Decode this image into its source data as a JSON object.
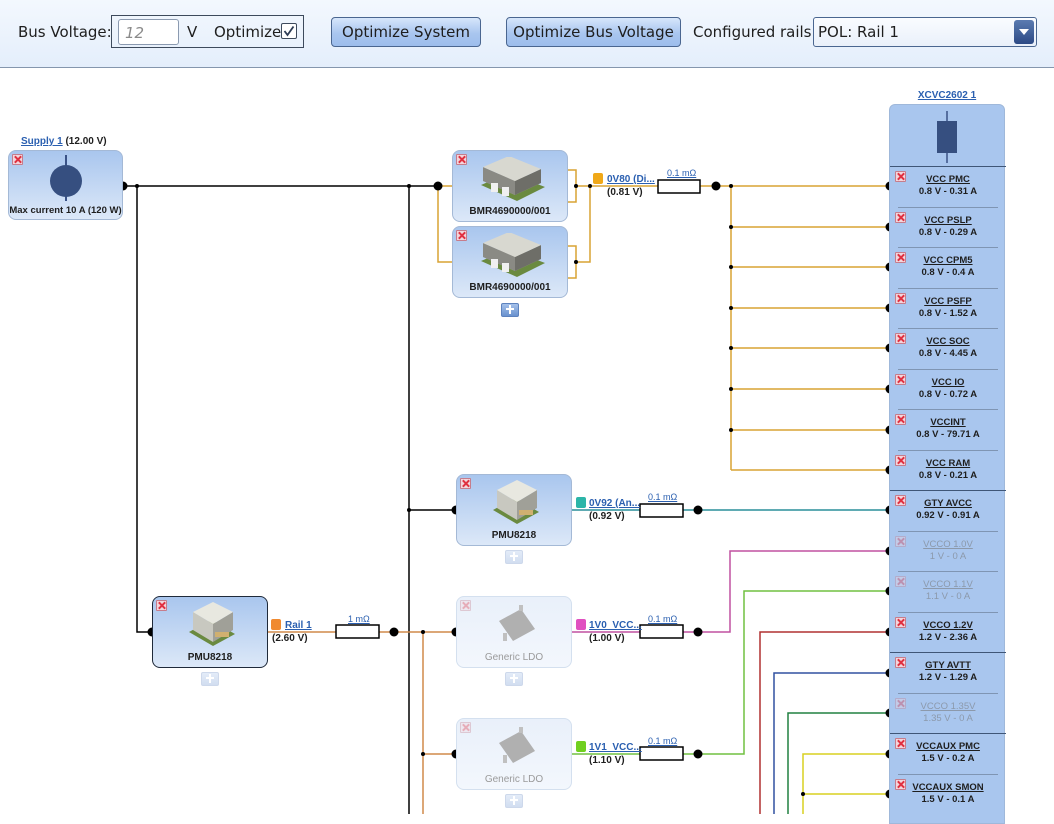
{
  "toolbar": {
    "bus_voltage_label": "Bus Voltage:",
    "bus_voltage_value": "12",
    "bus_voltage_unit": "V",
    "optimize_label": "Optimize",
    "optimize_checked": true,
    "optimize_system_label": "Optimize System",
    "optimize_bus_voltage_label": "Optimize Bus Voltage",
    "configured_rails_label": "Configured rails:",
    "configured_rails_value": "POL: Rail 1"
  },
  "supply": {
    "name": "Supply 1",
    "voltage": "(12.00 V)",
    "max_current": "Max current 10 A (120 W)"
  },
  "modules": [
    {
      "id": "bmr1",
      "name": "BMR4690000/001",
      "enabled": true
    },
    {
      "id": "bmr2",
      "name": "BMR4690000/001",
      "enabled": true
    },
    {
      "id": "pmu-an",
      "name": "PMU8218",
      "enabled": true
    },
    {
      "id": "pmu-rail1",
      "name": "PMU8218",
      "enabled": true
    },
    {
      "id": "ldo-1v0",
      "name": "Generic LDO",
      "enabled": false
    },
    {
      "id": "ldo-1v1",
      "name": "Generic LDO",
      "enabled": false
    }
  ],
  "rails": [
    {
      "name": "0V80 (Di...",
      "voltage": "(0.81 V)",
      "resistor": "0.1 mΩ",
      "color": "#f0a818"
    },
    {
      "name": "0V92 (An...",
      "voltage": "(0.92 V)",
      "resistor": "0.1 mΩ",
      "color": "#2cb5a8"
    },
    {
      "name": "Rail 1",
      "voltage": "(2.60 V)",
      "resistor": "1 mΩ",
      "color": "#f08a30"
    },
    {
      "name": "1V0_VCC...",
      "voltage": "(1.00 V)",
      "resistor": "0.1 mΩ",
      "color": "#e050c0"
    },
    {
      "name": "1V1_VCC...",
      "voltage": "(1.10 V)",
      "resistor": "0.1 mΩ",
      "color": "#70d020"
    }
  ],
  "device": {
    "name": "XCVC2602 1",
    "pins": [
      {
        "name": "VCC PMC",
        "value": "0.8 V  -  0.31 A",
        "enabled": true
      },
      {
        "name": "VCC PSLP",
        "value": "0.8 V  -  0.29 A",
        "enabled": true
      },
      {
        "name": "VCC CPM5",
        "value": "0.8 V  -  0.4 A",
        "enabled": true
      },
      {
        "name": "VCC PSFP",
        "value": "0.8 V  -  1.52 A",
        "enabled": true
      },
      {
        "name": "VCC SOC",
        "value": "0.8 V  -  4.45 A",
        "enabled": true
      },
      {
        "name": "VCC IO",
        "value": "0.8 V  -  0.72 A",
        "enabled": true
      },
      {
        "name": "VCCINT",
        "value": "0.8 V  -  79.71 A",
        "enabled": true
      },
      {
        "name": "VCC RAM",
        "value": "0.8 V  -  0.21 A",
        "enabled": true
      },
      {
        "name": "GTY AVCC",
        "value": "0.92 V  -  0.91 A",
        "enabled": true
      },
      {
        "name": "VCCO 1.0V",
        "value": "1 V  -  0 A",
        "enabled": false
      },
      {
        "name": "VCCO 1.1V",
        "value": "1.1 V  -  0 A",
        "enabled": false
      },
      {
        "name": "VCCO 1.2V",
        "value": "1.2 V  -  2.36 A",
        "enabled": true
      },
      {
        "name": "GTY AVTT",
        "value": "1.2 V  -  1.29 A",
        "enabled": true
      },
      {
        "name": "VCCO 1.35V",
        "value": "1.35 V  -  0 A",
        "enabled": false
      },
      {
        "name": "VCCAUX PMC",
        "value": "1.5 V  -  0.2 A",
        "enabled": true
      },
      {
        "name": "VCCAUX SMON",
        "value": "1.5 V  -  0.1 A",
        "enabled": true
      }
    ]
  },
  "colors": {
    "wire_main": "#000000",
    "wire_0v80": "#d9a334",
    "wire_0v92": "#2a8f9a",
    "wire_rail1": "#d08a4a",
    "wire_1v0": "#c050a0",
    "wire_1v1": "#70c040",
    "wire_1v2": "#b03030",
    "wire_avtt": "#3050a0",
    "wire_1v35": "#208040",
    "wire_aux": "#d8d020"
  }
}
